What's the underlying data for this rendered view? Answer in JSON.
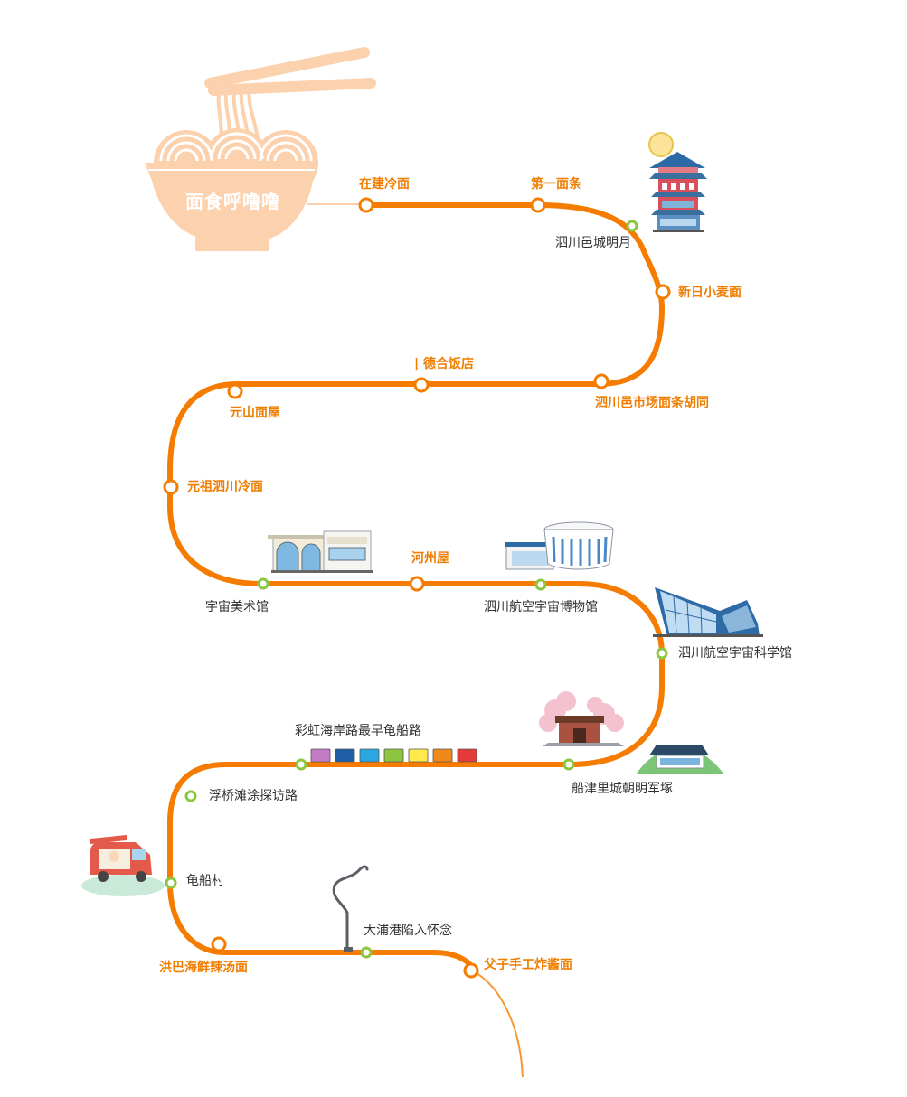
{
  "title": "面食呼噜噜",
  "colors": {
    "route": "#f57c00",
    "food": "#f07d00",
    "sight": "#333333",
    "bowl": "#fcd1ae",
    "sight_stop": "#8cc63f"
  },
  "food_stops": [
    {
      "id": "jaegeon",
      "label": "在建冷面"
    },
    {
      "id": "jeil",
      "label": "第一面条"
    },
    {
      "id": "sinil",
      "label": "新日小麦面"
    },
    {
      "id": "market",
      "label": "泗川邑市场面条胡同"
    },
    {
      "id": "deokhap",
      "label": "| 德合饭店"
    },
    {
      "id": "wonsan",
      "label": "元山面屋"
    },
    {
      "id": "wonjo",
      "label": "元祖泗川冷面"
    },
    {
      "id": "haju",
      "label": "河州屋"
    },
    {
      "id": "hongba",
      "label": "洪巴海鲜辣汤面"
    },
    {
      "id": "buja",
      "label": "父子手工炸酱面"
    }
  ],
  "sight_stops": [
    {
      "id": "myeongwol",
      "label": "泗川邑城明月",
      "icon": "pagoda-tower-icon"
    },
    {
      "id": "art",
      "label": "宇宙美术馆",
      "icon": "art-museum-icon"
    },
    {
      "id": "aero-museum",
      "label": "泗川航空宇宙博物馆",
      "icon": "aerospace-museum-icon"
    },
    {
      "id": "science",
      "label": "泗川航空宇宙科学馆",
      "icon": "science-hall-icon"
    },
    {
      "id": "rainbow",
      "label": "彩虹海岸路最早龟船路",
      "icon": "rainbow-blocks-icon"
    },
    {
      "id": "seonjin",
      "label": "船津里城朝明军塚",
      "icon": "castle-gate-icon"
    },
    {
      "id": "pontoon",
      "label": "浮桥滩涂探访路",
      "icon": ""
    },
    {
      "id": "turtle",
      "label": "龟船村",
      "icon": "food-truck-icon"
    },
    {
      "id": "daepo",
      "label": "大浦港陷入怀念",
      "icon": "statue-icon"
    }
  ],
  "rainbow_colors": [
    "#c27bc4",
    "#1f5fa8",
    "#2aa6e0",
    "#8cc63f",
    "#ffe94d",
    "#ef8a1a",
    "#e33a3a"
  ]
}
